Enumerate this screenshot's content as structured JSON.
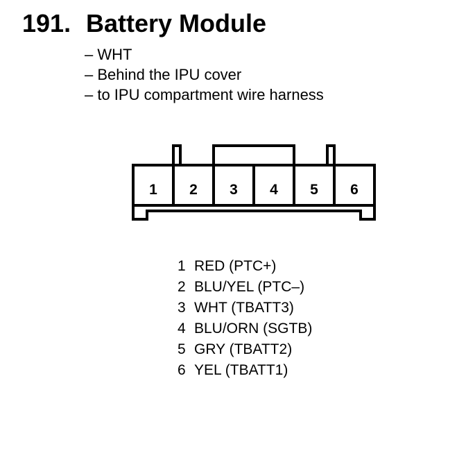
{
  "title": {
    "number": "191.",
    "text": "Battery Module"
  },
  "notes": [
    "– WHT",
    "– Behind the IPU cover",
    "– to IPU compartment wire harness"
  ],
  "connector": {
    "cavities": [
      "1",
      "2",
      "3",
      "4",
      "5",
      "6"
    ]
  },
  "pinout": [
    {
      "pin": "1",
      "wire": "RED (PTC+)"
    },
    {
      "pin": "2",
      "wire": "BLU/YEL (PTC–)"
    },
    {
      "pin": "3",
      "wire": "WHT (TBATT3)"
    },
    {
      "pin": "4",
      "wire": "BLU/ORN (SGTB)"
    },
    {
      "pin": "5",
      "wire": "GRY (TBATT2)"
    },
    {
      "pin": "6",
      "wire": "YEL (TBATT1)"
    }
  ]
}
